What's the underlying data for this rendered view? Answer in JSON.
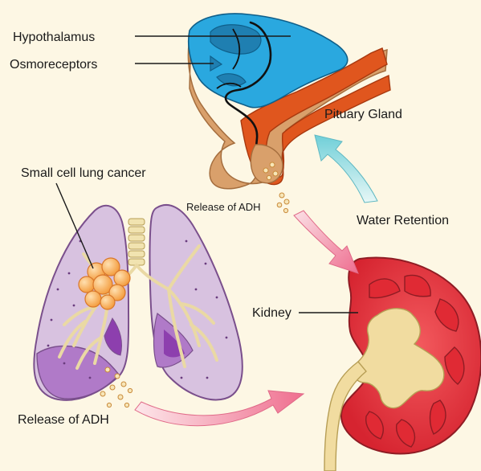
{
  "labels": {
    "hypothalamus": "Hypothalamus",
    "osmoreceptors": "Osmoreceptors",
    "pituitary_gland": "Pituary Gland",
    "small_cell_lung_cancer": "Small cell lung cancer",
    "release_adh_pituitary": "Release of ADH",
    "water_retention": "Water Retention",
    "kidney": "Kidney",
    "release_adh_lung": "Release of ADH"
  },
  "colors": {
    "background": "#fdf7e4",
    "hypothalamus": "#2aa8df",
    "brain_tissue": "#d9a06b",
    "pituitary_stalk": "#e0561e",
    "lung_fill": "#d8c2e0",
    "lung_lower": "#b07ac8",
    "bronchi": "#f1e3b0",
    "tumor": "#f7a64a",
    "kidney_cortex": "#e8343b",
    "kidney_medulla": "#f1dca0",
    "arrow_pink": "#f07a9a",
    "arrow_cyan": "#7fd3dc"
  }
}
